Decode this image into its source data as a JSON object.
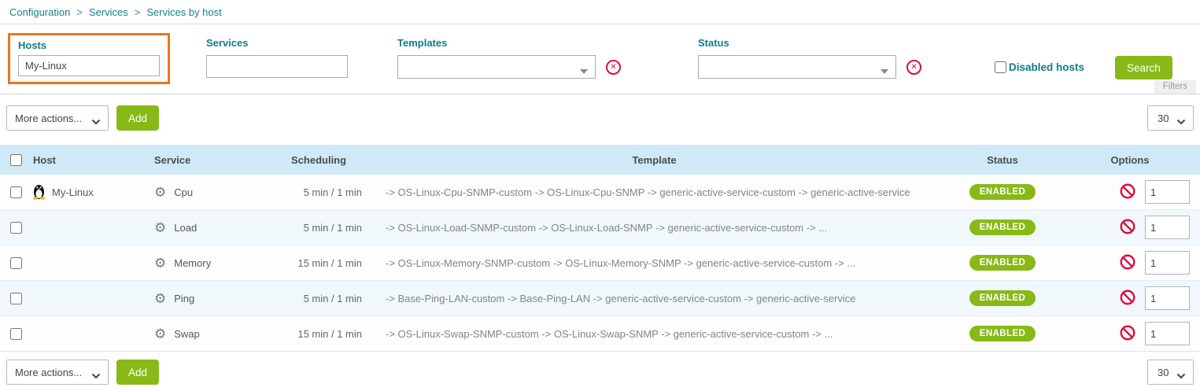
{
  "colors": {
    "accent_green": "#88b917",
    "teal_label": "#0e7d8a",
    "highlight_orange": "#e8771f",
    "alert_red": "#e00b3c",
    "table_header_bg": "#cfe9f6"
  },
  "breadcrumb": {
    "items": [
      "Configuration",
      "Services",
      "Services by host"
    ],
    "separator": ">"
  },
  "filters": {
    "hosts": {
      "label": "Hosts",
      "value": "My-Linux"
    },
    "services": {
      "label": "Services",
      "value": ""
    },
    "templates": {
      "label": "Templates",
      "value": ""
    },
    "status": {
      "label": "Status",
      "value": ""
    },
    "clear_icon_glyph": "✕",
    "disabled_hosts_label": "Disabled hosts",
    "search_label": "Search",
    "filters_tab_label": "Filters"
  },
  "toolbar": {
    "more_actions_label": "More actions...",
    "add_label": "Add",
    "page_size": "30"
  },
  "table": {
    "headers": {
      "host": "Host",
      "service": "Service",
      "scheduling": "Scheduling",
      "template": "Template",
      "status": "Status",
      "options": "Options"
    },
    "rows": [
      {
        "host": "My-Linux",
        "service": "Cpu",
        "scheduling": "5 min / 1 min",
        "template": "-> OS-Linux-Cpu-SNMP-custom -> OS-Linux-Cpu-SNMP -> generic-active-service-custom -> generic-active-service",
        "status": "ENABLED",
        "options_value": "1"
      },
      {
        "host": "",
        "service": "Load",
        "scheduling": "5 min / 1 min",
        "template": "-> OS-Linux-Load-SNMP-custom -> OS-Linux-Load-SNMP -> generic-active-service-custom -> ...",
        "status": "ENABLED",
        "options_value": "1"
      },
      {
        "host": "",
        "service": "Memory",
        "scheduling": "15 min / 1 min",
        "template": "-> OS-Linux-Memory-SNMP-custom -> OS-Linux-Memory-SNMP -> generic-active-service-custom -> ...",
        "status": "ENABLED",
        "options_value": "1"
      },
      {
        "host": "",
        "service": "Ping",
        "scheduling": "5 min / 1 min",
        "template": "-> Base-Ping-LAN-custom -> Base-Ping-LAN -> generic-active-service-custom -> generic-active-service",
        "status": "ENABLED",
        "options_value": "1"
      },
      {
        "host": "",
        "service": "Swap",
        "scheduling": "15 min / 1 min",
        "template": "-> OS-Linux-Swap-SNMP-custom -> OS-Linux-Swap-SNMP -> generic-active-service-custom -> ...",
        "status": "ENABLED",
        "options_value": "1"
      }
    ]
  },
  "icons": {
    "gear_glyph": "⚙",
    "blocked": "blocked-icon",
    "linux": "linux-penguin-icon"
  }
}
